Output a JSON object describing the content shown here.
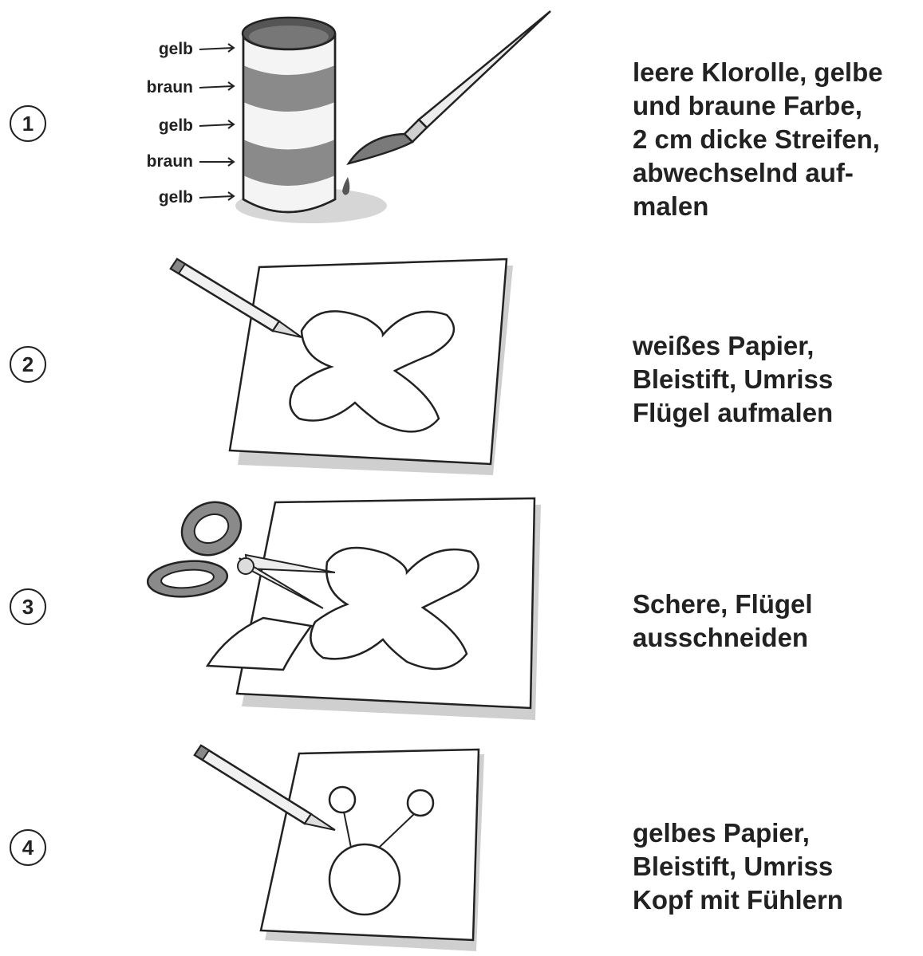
{
  "steps": [
    {
      "number": "1",
      "description": "leere Klorolle, gelbe\nund braune Farbe,\n2 cm dicke Streifen,\nabwechselnd auf-\nmalen",
      "stripe_labels": [
        "gelb",
        "braun",
        "gelb",
        "braun",
        "gelb"
      ]
    },
    {
      "number": "2",
      "description": "weißes Papier,\nBleistift, Umriss\nFlügel aufmalen"
    },
    {
      "number": "3",
      "description": "Schere, Flügel\nausschneiden"
    },
    {
      "number": "4",
      "description": "gelbes Papier,\nBleistift, Umriss\nKopf mit Fühlern"
    }
  ],
  "icons": {
    "roll": "toilet-roll-icon",
    "brush": "paintbrush-icon",
    "pencil": "pencil-icon",
    "scissors": "scissors-icon",
    "paper": "paper-sheet-icon"
  },
  "colors": {
    "ink": "#222222",
    "stripe_yellow": "#f4f4f4",
    "stripe_brown": "#8a8a8a",
    "shadow": "#cfcfcf"
  }
}
